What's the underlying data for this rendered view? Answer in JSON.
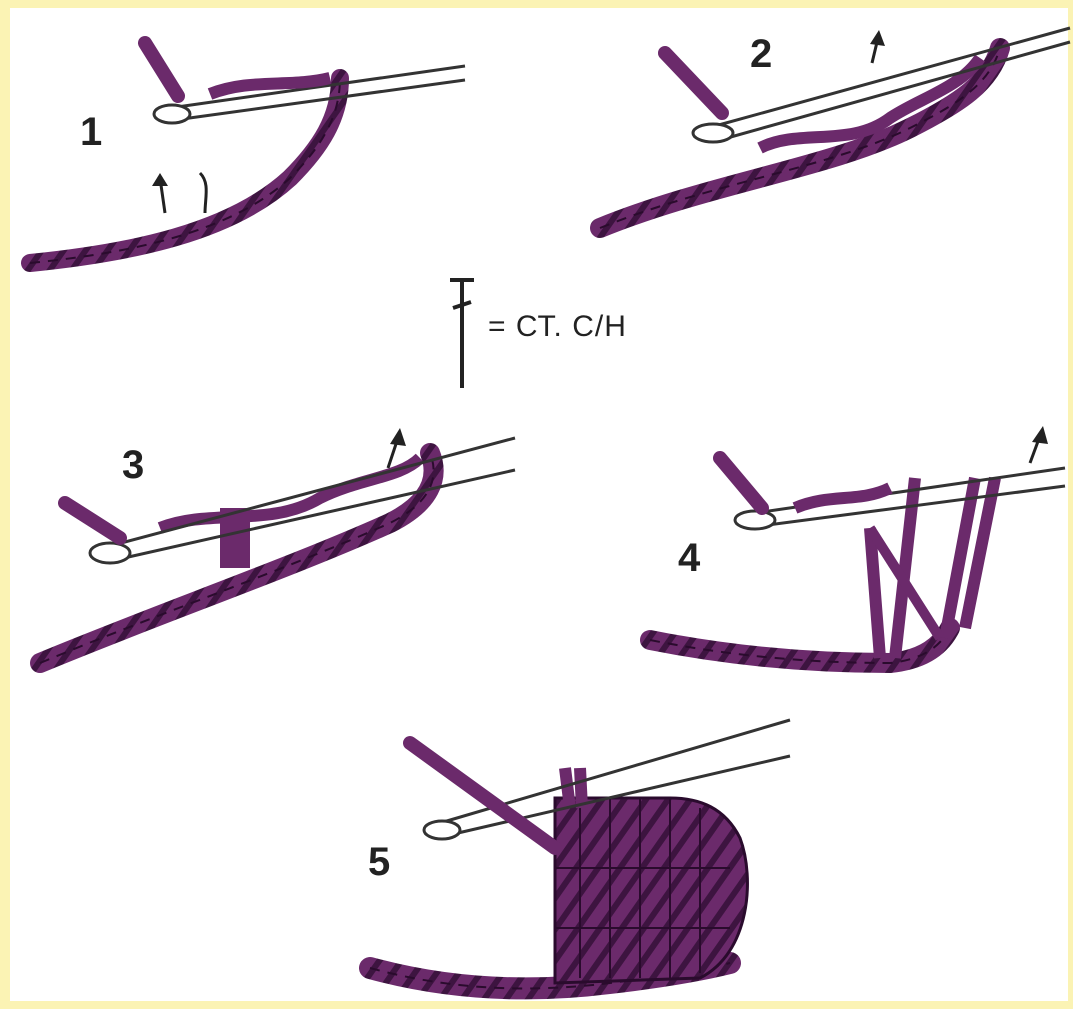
{
  "colors": {
    "page_border": "#fbf3b4",
    "background": "#ffffff",
    "yarn": "#6b2a6b",
    "yarn_dark": "#3d1440",
    "hook_outline": "#333333"
  },
  "steps": [
    {
      "label": "1",
      "icon": "crochet-hook-chain-insert"
    },
    {
      "label": "2",
      "icon": "crochet-hook-yarn-over"
    },
    {
      "label": "3",
      "icon": "crochet-hook-pull-through"
    },
    {
      "label": "4",
      "icon": "crochet-hook-two-loops"
    },
    {
      "label": "5",
      "icon": "crochet-stitch-row"
    }
  ],
  "legend": {
    "symbol": "double-crochet-symbol",
    "text": "= СТ. С/Н"
  }
}
